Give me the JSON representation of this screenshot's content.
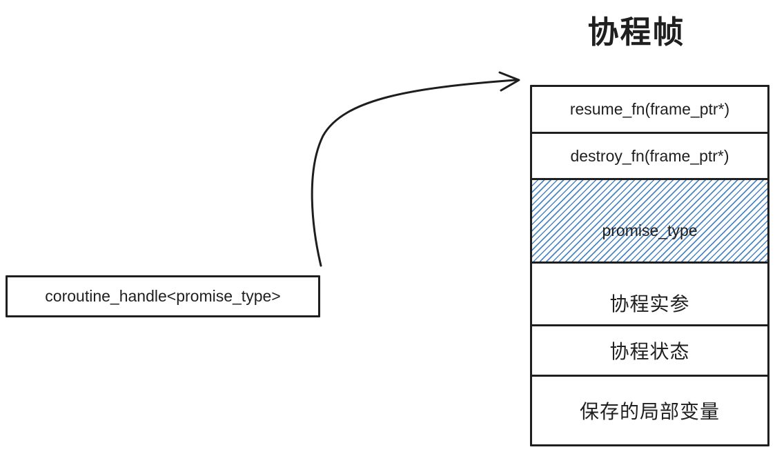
{
  "title": "协程帧",
  "handle_box": {
    "label": "coroutine_handle<promise_type>"
  },
  "frame_stack": {
    "rows": [
      {
        "label": "resume_fn(frame_ptr*)"
      },
      {
        "label": "destroy_fn(frame_ptr*)"
      },
      {
        "label": "promise_type"
      },
      {
        "label": "协程实参"
      },
      {
        "label": "协程状态"
      },
      {
        "label": "保存的局部变量"
      }
    ]
  },
  "colors": {
    "stroke": "#1e1e1e",
    "hatch": "#4a86c5",
    "background": "#ffffff"
  }
}
